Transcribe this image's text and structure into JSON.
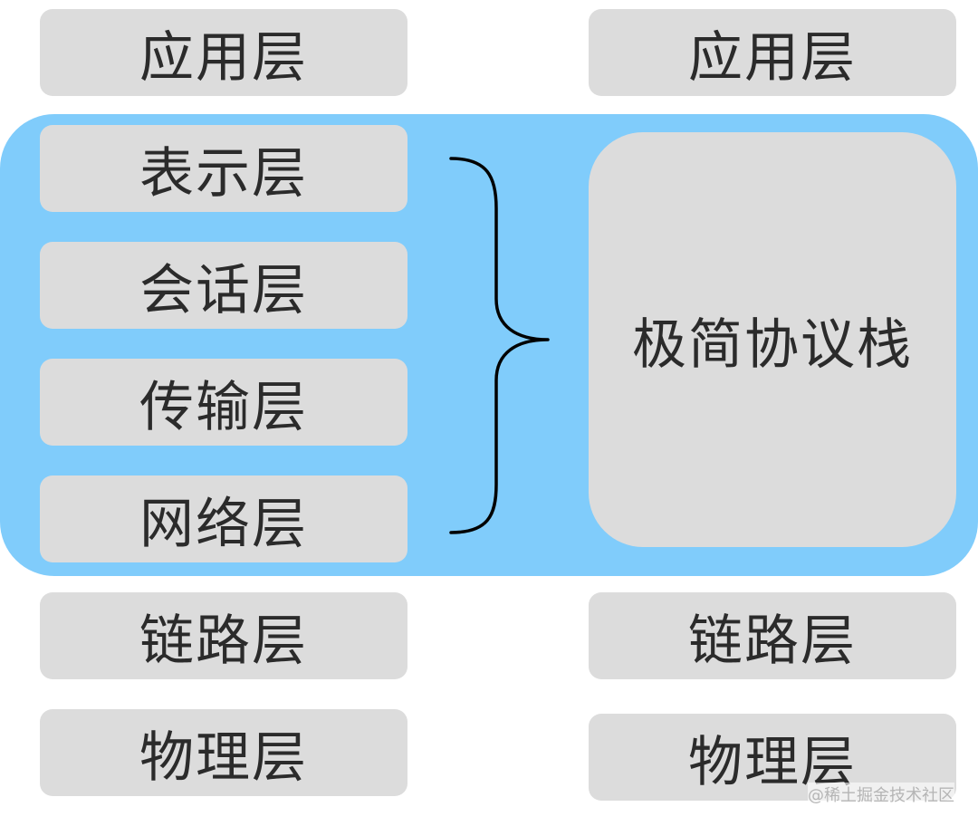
{
  "left_stack": {
    "application": "应用层",
    "presentation": "表示层",
    "session": "会话层",
    "transport": "传输层",
    "network": "网络层",
    "link": "链路层",
    "physical": "物理层"
  },
  "right_stack": {
    "application": "应用层",
    "minimal_protocol_stack": "极简协议栈",
    "link": "链路层",
    "physical": "物理层"
  },
  "watermark": "@稀土掘金技术社区",
  "colors": {
    "group_background": "#80ccfb",
    "layer_box": "#dcdcdc",
    "text": "#2b2b2b",
    "brace": "#000000"
  }
}
